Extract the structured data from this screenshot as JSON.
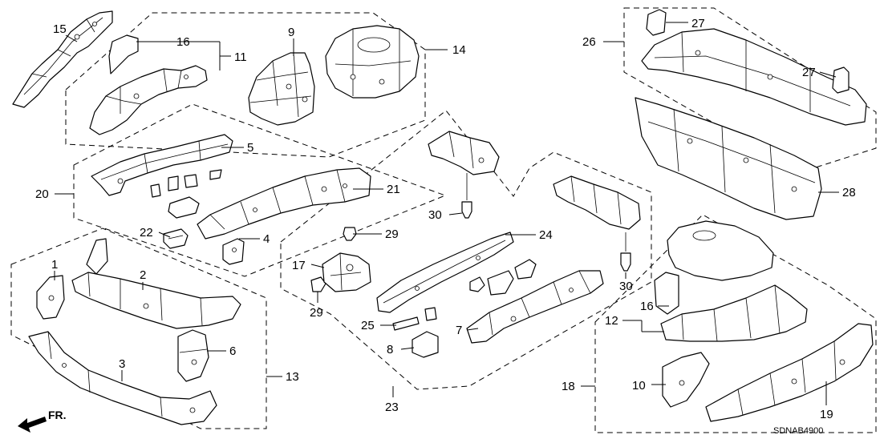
{
  "diagram": {
    "part_numbers": {
      "p1": "1",
      "p2": "2",
      "p3": "3",
      "p4": "4",
      "p5": "5",
      "p6": "6",
      "p7": "7",
      "p8": "8",
      "p9": "9",
      "p10": "10",
      "p11": "11",
      "p12": "12",
      "p13": "13",
      "p14": "14",
      "p15": "15",
      "p16a": "16",
      "p16b": "16",
      "p17": "17",
      "p18": "18",
      "p19": "19",
      "p20": "20",
      "p21": "21",
      "p22": "22",
      "p23": "23",
      "p24": "24",
      "p25": "25",
      "p26": "26",
      "p27a": "27",
      "p27b": "27",
      "p28": "28",
      "p29a": "29",
      "p29b": "29",
      "p30a": "30",
      "p30b": "30"
    },
    "direction_label": "FR.",
    "diagram_code": "SDNAB4900"
  }
}
